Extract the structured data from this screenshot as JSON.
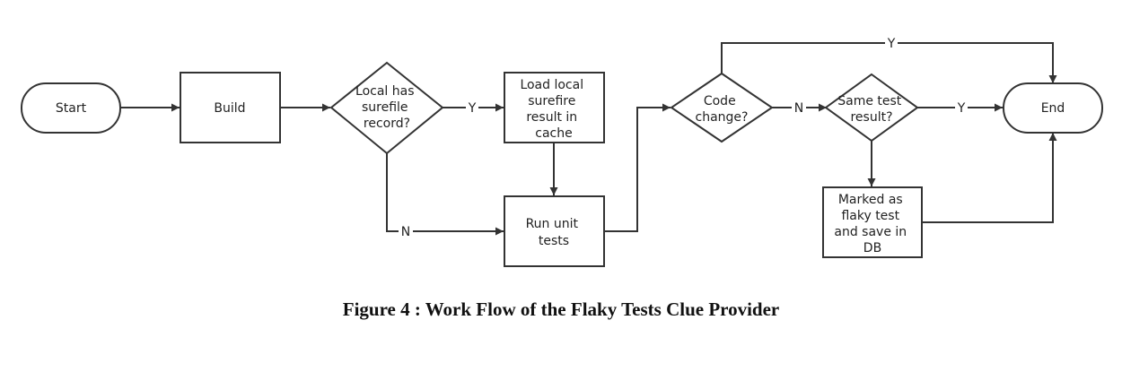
{
  "nodes": {
    "start": "Start",
    "build": "Build",
    "local_record": [
      "Local has",
      "surefile",
      "record?"
    ],
    "load_cache": [
      "Load local",
      "surefire",
      "result in",
      "cache"
    ],
    "run_tests": [
      "Run unit",
      "tests"
    ],
    "code_change": [
      "Code",
      "change?"
    ],
    "same_result": [
      "Same test",
      "result?"
    ],
    "mark_flaky": [
      "Marked as",
      "flaky test",
      "and save in",
      "DB"
    ],
    "end": "End"
  },
  "edge_labels": {
    "yes": "Y",
    "no": "N"
  },
  "caption": "Figure 4 : Work Flow of the Flaky Tests Clue Provider",
  "colors": {
    "stroke": "#333333",
    "fill": "#ffffff",
    "text": "#222222"
  }
}
